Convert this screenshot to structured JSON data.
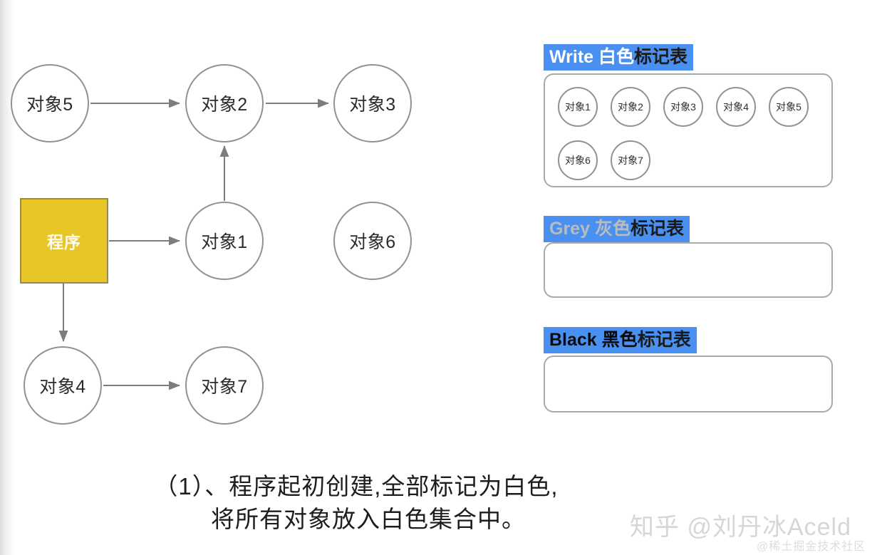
{
  "graph": {
    "program_node": {
      "label": "程序"
    },
    "object_nodes": [
      {
        "id": "obj5",
        "label": "对象5"
      },
      {
        "id": "obj2",
        "label": "对象2"
      },
      {
        "id": "obj3",
        "label": "对象3"
      },
      {
        "id": "obj1",
        "label": "对象1"
      },
      {
        "id": "obj6",
        "label": "对象6"
      },
      {
        "id": "obj4",
        "label": "对象4"
      },
      {
        "id": "obj7",
        "label": "对象7"
      }
    ],
    "edges": [
      {
        "from": "对象5",
        "to": "对象2"
      },
      {
        "from": "对象2",
        "to": "对象3"
      },
      {
        "from": "对象1",
        "to": "对象2"
      },
      {
        "from": "程序",
        "to": "对象1"
      },
      {
        "from": "程序",
        "to": "对象4"
      },
      {
        "from": "对象4",
        "to": "对象7"
      }
    ]
  },
  "mark_tables": [
    {
      "key": "white",
      "title_en": "Write",
      "title_color_cn": "白色",
      "title_tail": "标记表",
      "items": [
        "对象1",
        "对象2",
        "对象3",
        "对象4",
        "对象5",
        "对象6",
        "对象7"
      ]
    },
    {
      "key": "grey",
      "title_en": "Grey",
      "title_color_cn": "灰色",
      "title_tail": "标记表",
      "items": []
    },
    {
      "key": "black",
      "title_en": "Black",
      "title_color_cn": "黑色",
      "title_tail": "标记表",
      "items": []
    }
  ],
  "caption": {
    "line1": "（1）、程序起初创建,全部标记为白色,",
    "line2": "将所有对象放入白色集合中。"
  },
  "watermark": {
    "main": "知乎 @刘丹冰Aceld",
    "sub": "@稀土掘金技术社区"
  },
  "colors": {
    "highlight_blue": "#4a90f0",
    "program_yellow": "#e8c627",
    "node_border": "#8f9295",
    "box_border": "#a7aaad",
    "text_dark": "#1d1d1d",
    "grey_text": "#b9bcbf",
    "watermark_grey": "#d6d6d6"
  }
}
